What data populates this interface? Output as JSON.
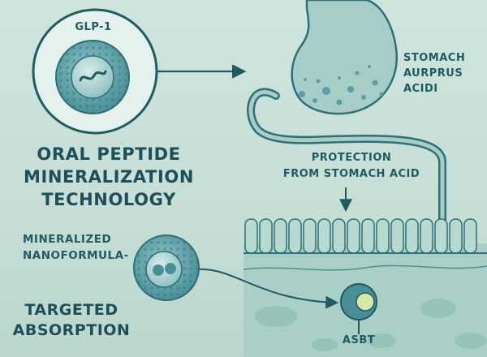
{
  "glp_label": "GLP-1",
  "title_lines": [
    "ORAL PEPTIDE",
    "MINERALIZATION",
    "TECHNOLOGY"
  ],
  "stomach_lines": [
    "STOMACH",
    "AURPRUS",
    "ACIDI"
  ],
  "protection_lines": [
    "PROTECTION",
    "FROM STOMACH ACID"
  ],
  "mineralized_lines": [
    "MINERALIZED",
    "NANOFORMULA-"
  ],
  "targeted_lines": [
    "TARGETED",
    "ABSORPTION"
  ],
  "asbt_label": "ASBT",
  "colors": {
    "background": "#c7dfd7",
    "dark_teal": "#1f5b63",
    "particle": "#5c9ea6",
    "tissue": "#a9cfc6"
  }
}
